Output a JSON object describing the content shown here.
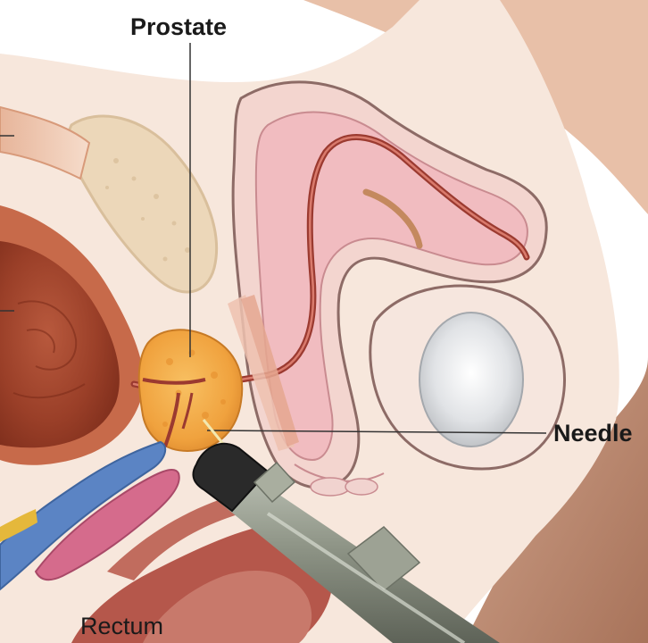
{
  "labels": {
    "prostate": "Prostate",
    "needle": "Needle",
    "rectum": "Rectum"
  },
  "colors": {
    "background_skin": "#c99b83",
    "body_cross_section": "#f7e7dc",
    "bladder": "#a8472f",
    "prostate": "#f0a23e",
    "penile_tissue": "#f3c6c4",
    "urethra": "#9b3a30",
    "testis": "#d4d6d8",
    "probe": "#8e9486",
    "rectum": "#b5574b",
    "leader_line": "#333333"
  }
}
